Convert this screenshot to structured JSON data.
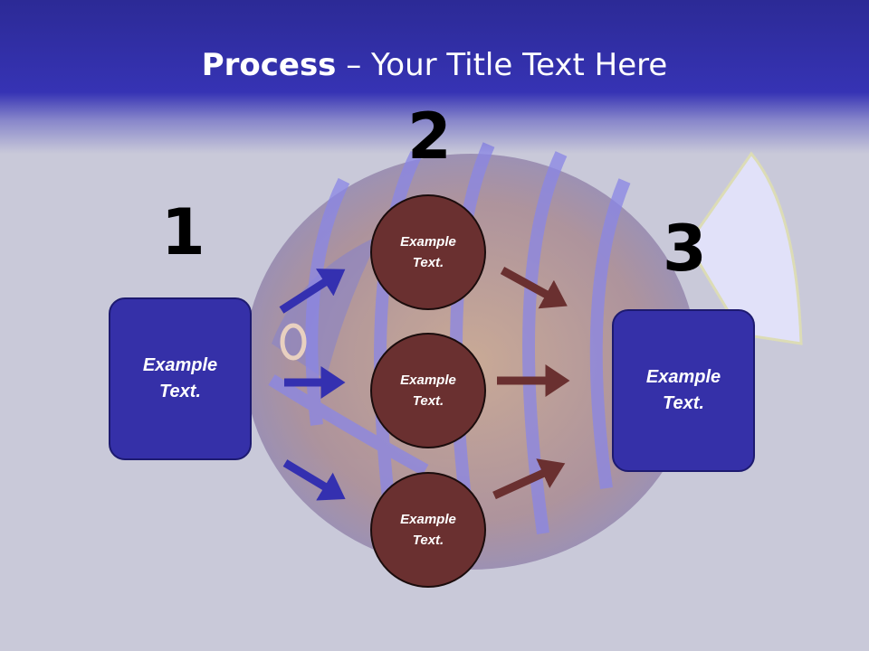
{
  "slide": {
    "title_bold": "Process",
    "title_rest": " – Your Title Text Here"
  },
  "steps": {
    "one": "1",
    "two": "2",
    "three": "3"
  },
  "left_box": {
    "line1": "Example",
    "line2": "Text."
  },
  "right_box": {
    "line1": "Example",
    "line2": "Text."
  },
  "circles": [
    {
      "line1": "Example",
      "line2": "Text."
    },
    {
      "line1": "Example",
      "line2": "Text."
    },
    {
      "line1": "Example",
      "line2": "Text."
    }
  ],
  "colors": {
    "header": "#3633b4",
    "box_fill": "#3530a8",
    "circle_fill": "#6a3030",
    "arrow_blue": "#3430b0",
    "arrow_brown": "#6a3030"
  }
}
